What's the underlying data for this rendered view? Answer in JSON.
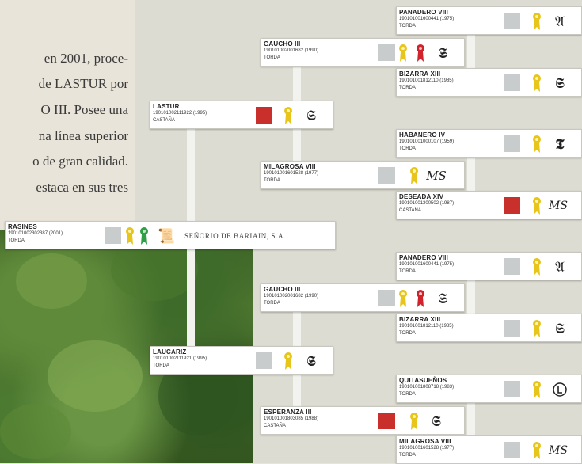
{
  "intro_text": {
    "lines": [
      "en 2001, proce-",
      "de LASTUR por",
      "O III. Posee una",
      "na línea superior",
      "o de gran calidad.",
      "estaca en sus tres"
    ]
  },
  "colors": {
    "background": "#e9e4d9",
    "tree_background": "#dcdcd2",
    "card": "#ffffff",
    "connector": "#f2f2ee",
    "tile_gray": "#c9cccc",
    "tile_red": "#c9302b",
    "ribbon_yellow": "#e7c51a",
    "ribbon_green": "#2f9e44",
    "ribbon_red": "#d0232b"
  },
  "root": {
    "name": "RASINES",
    "reg": "190101002302387 (2001)",
    "color": "TORDA",
    "tile": "gray",
    "ribbons": [
      "yellow",
      "green"
    ],
    "mark": "stump-mark-icon",
    "breeder": "SEÑORIO DE BARIAIN, S.A."
  },
  "parents": {
    "sire": {
      "name": "LASTUR",
      "reg": "190101002111922 (1995)",
      "color": "CASTAÑA",
      "tile": "red",
      "ribbons": [
        "yellow"
      ],
      "mark": "stump-mark-icon"
    },
    "dam": {
      "name": "LAUCARIZ",
      "reg": "190101002111921 (1995)",
      "color": "TORDA",
      "tile": "gray",
      "ribbons": [
        "yellow"
      ],
      "mark": "stump-mark-icon"
    }
  },
  "grandparents": [
    {
      "name": "GAUCHO III",
      "reg": "190101002001682 (1990)",
      "color": "TORDA",
      "tile": "gray",
      "ribbons": [
        "yellow",
        "red"
      ],
      "mark": "stump-mark-icon"
    },
    {
      "name": "MILAGROSA VIII",
      "reg": "190101001601528 (1977)",
      "color": "TORDA",
      "tile": "gray",
      "ribbons": [
        "yellow"
      ],
      "mark": "ms-monogram-icon"
    },
    {
      "name": "GAUCHO III",
      "reg": "190101002001682 (1990)",
      "color": "TORDA",
      "tile": "gray",
      "ribbons": [
        "yellow",
        "red"
      ],
      "mark": "stump-mark-icon"
    },
    {
      "name": "ESPERANZA III",
      "reg": "190101001803085 (1988)",
      "color": "CASTAÑA",
      "tile": "red",
      "ribbons": [
        "yellow"
      ],
      "mark": "stump-mark-icon"
    }
  ],
  "great_grandparents": [
    {
      "name": "PANADERO VIII",
      "reg": "190101001600441 (1975)",
      "color": "TORDA",
      "tile": "gray",
      "ribbons": [
        "yellow"
      ],
      "mark": "a-brand-mark-icon"
    },
    {
      "name": "BIZARRA XIII",
      "reg": "190101001812110 (1985)",
      "color": "TORDA",
      "tile": "gray",
      "ribbons": [
        "yellow"
      ],
      "mark": "stump-mark-icon"
    },
    {
      "name": "HABANERO IV",
      "reg": "190101001000107 (1959)",
      "color": "TORDA",
      "tile": "gray",
      "ribbons": [
        "yellow"
      ],
      "mark": "t-brand-mark-icon"
    },
    {
      "name": "DESEADA XIV",
      "reg": "190101001300502 (1987)",
      "color": "CASTAÑA",
      "tile": "red",
      "ribbons": [
        "yellow"
      ],
      "mark": "ms-monogram-icon"
    },
    {
      "name": "PANADERO VIII",
      "reg": "190101001600441 (1975)",
      "color": "TORDA",
      "tile": "gray",
      "ribbons": [
        "yellow"
      ],
      "mark": "a-brand-mark-icon"
    },
    {
      "name": "BIZARRA XIII",
      "reg": "190101001812110 (1985)",
      "color": "TORDA",
      "tile": "gray",
      "ribbons": [
        "yellow"
      ],
      "mark": "stump-mark-icon"
    },
    {
      "name": "QUITASUEÑOS",
      "reg": "190101001808718 (1983)",
      "color": "TORDA",
      "tile": "gray",
      "ribbons": [
        "yellow"
      ],
      "mark": "circle-l-mark-icon"
    },
    {
      "name": "MILAGROSA VIII",
      "reg": "190101001601528 (1977)",
      "color": "TORDA",
      "tile": "gray",
      "ribbons": [
        "yellow"
      ],
      "mark": "ms-monogram-icon"
    }
  ]
}
